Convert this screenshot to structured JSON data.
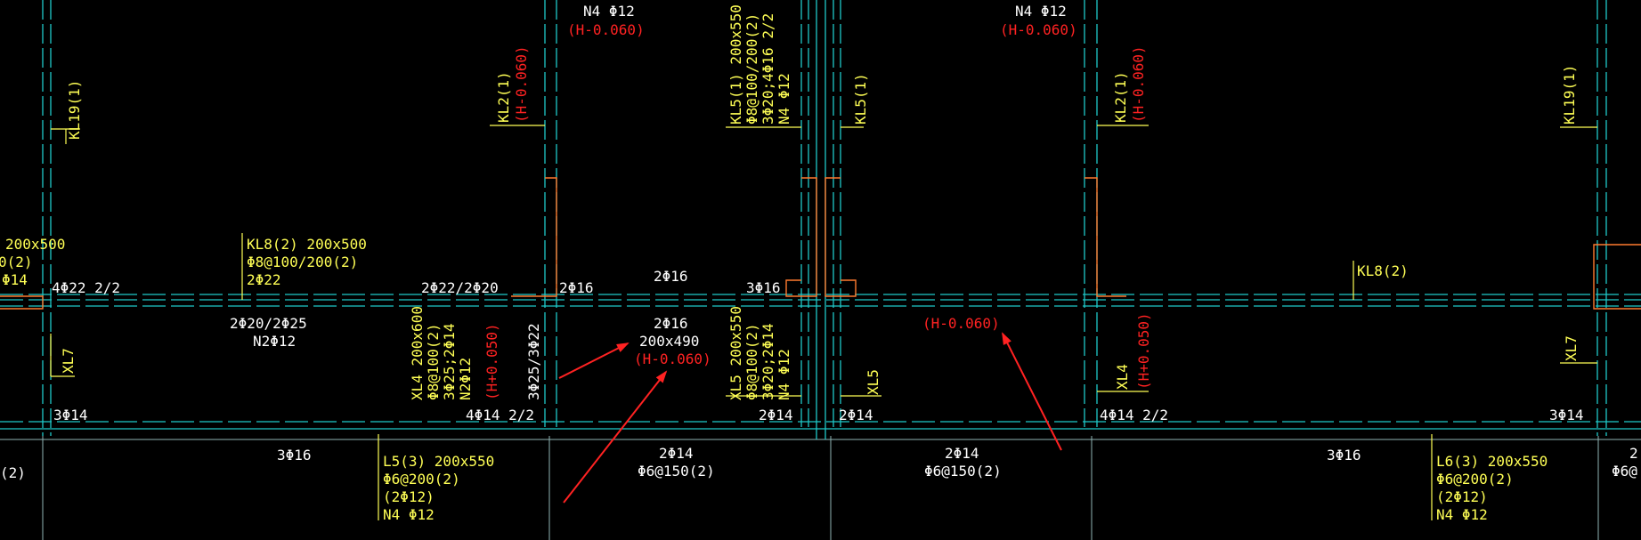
{
  "drawing": {
    "colors": {
      "background": "#000000",
      "beam_line": "#1fc9c9",
      "axis_line": "#8fb4b4",
      "column_line": "#ff7a2f",
      "label_yellow": "#ffff55",
      "label_white": "#ffffff",
      "label_red": "#ff2222",
      "arrow": "#ff2222"
    },
    "labels": {
      "n4_left": "N4 Φ12",
      "h_top_left": "(H-0.060)",
      "n4_right": "N4 Φ12",
      "h_top_right": "(H-0.060)",
      "kl19_left": "KL19(1)",
      "kl2_left": "KL2(1)",
      "kl2_left_h": "(H-0.060)",
      "kl5_block_1": "KL5(1) 200x550",
      "kl5_block_2": "Φ8@100/200(2)",
      "kl5_block_3": "3Φ20;4Φ16 2/2",
      "kl5_block_4": "N4 Φ12",
      "kl5_mid": "KL5(1)",
      "kl2_right": "KL2(1)",
      "kl2_right_h": "(H-0.060)",
      "kl19_right": "KL19(1)",
      "edge_1": "200x500",
      "edge_2": "0(2)",
      "edge_3": "Φ14",
      "kl8_1": "KL8(2) 200x500",
      "kl8_2": "Φ8@100/200(2)",
      "kl8_3": "2Φ22",
      "kl8_right": "KL8(2)",
      "r_4phi22": "4Φ22 2/2",
      "r_2phi22_2phi20": "2Φ22/2Φ20",
      "r_2phi16_a": "2Φ16",
      "r_2phi16_b": "2Φ16",
      "r_3phi16_top": "3Φ16",
      "r_2phi20_2phi25": "2Φ20/2Φ25",
      "r_n2phi12": "N2Φ12",
      "r_2phi16_c": "2Φ16",
      "size_200x490": "200x490",
      "h_center": "(H-0.060)",
      "h_right_center": "(H-0.060)",
      "xl7_left": "XL7",
      "xl4_1": "XL4 200x600",
      "xl4_2": "Φ8@100(2)",
      "xl4_3": "3Φ25;2Φ14",
      "xl4_4": "N2Φ12",
      "xl4_h": "(H+0.050)",
      "r_3phi25_3phi22": "3Φ25/3Φ22",
      "xl5_1": "XL5 200x550",
      "xl5_2": "Φ8@100(2)",
      "xl5_3": "3Φ20;2Φ14",
      "xl5_4": "N4 Φ12",
      "xl5_mid": "XL5",
      "xl4_right": "XL4",
      "xl4_right_h": "(H+0.050)",
      "xl7_right": "XL7",
      "r_3phi14_l": "3Φ14",
      "r_4phi14_l": "4Φ14 2/2",
      "r_2phi14_a": "2Φ14",
      "r_2phi14_b": "2Φ14",
      "r_4phi14_r": "4Φ14 2/2",
      "r_3phi14_r": "3Φ14",
      "edge_bottom_left": "(2)",
      "r_3phi16_bl": "3Φ16",
      "l5_1": "L5(3) 200x550",
      "l5_2": "Φ6@200(2)",
      "l5_3": "(2Φ12)",
      "l5_4": "N4 Φ12",
      "b_2phi14_l": "2Φ14",
      "b_phi6_l": "Φ6@150(2)",
      "b_2phi14_r": "2Φ14",
      "b_phi6_r": "Φ6@150(2)",
      "r_3phi16_br": "3Φ16",
      "l6_1": "L6(3) 200x550",
      "l6_2": "Φ6@200(2)",
      "l6_3": "(2Φ12)",
      "l6_4": "N4 Φ12",
      "edge_right_1": "2",
      "edge_right_2": "Φ6@"
    }
  }
}
